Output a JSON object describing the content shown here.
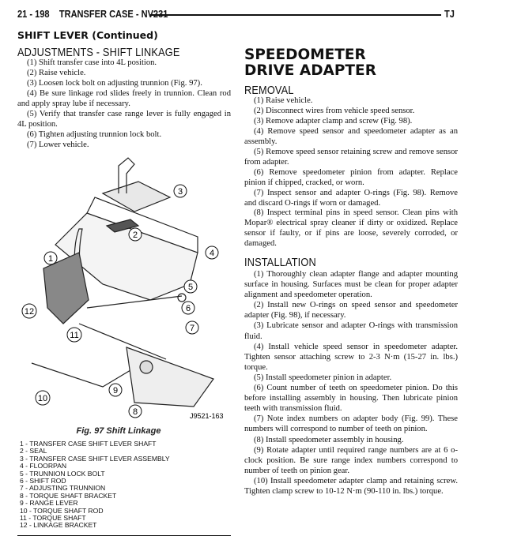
{
  "header": {
    "page": "21 - 198",
    "title": "TRANSFER CASE - NV231",
    "model": "TJ"
  },
  "left": {
    "section": "SHIFT LEVER (Continued)",
    "subheading": "ADJUSTMENTS - SHIFT LINKAGE",
    "steps": [
      "(1) Shift transfer case into 4L position.",
      "(2) Raise vehicle.",
      "(3) Loosen lock bolt on adjusting trunnion (Fig. 97).",
      "(4) Be sure linkage rod slides freely in trunnion. Clean rod and apply spray lube if necessary.",
      "(5) Verify that transfer case range lever is fully engaged in 4L position.",
      "(6) Tighten adjusting trunnion lock bolt.",
      "(7) Lower vehicle."
    ],
    "figure": {
      "id": "J9521-163",
      "caption": "Fig. 97 Shift Linkage",
      "callouts": [
        "1",
        "2",
        "3",
        "4",
        "5",
        "6",
        "7",
        "8",
        "9",
        "10",
        "11",
        "12"
      ],
      "legend": [
        "1 - TRANSFER CASE SHIFT LEVER SHAFT",
        "2 - SEAL",
        "3 - TRANSFER CASE SHIFT LEVER ASSEMBLY",
        "4 - FLOORPAN",
        "5 - TRUNNION LOCK BOLT",
        "6 - SHIFT ROD",
        "7 - ADJUSTING TRUNNION",
        "8 - TORQUE SHAFT BRACKET",
        "9 - RANGE LEVER",
        "10 - TORQUE SHAFT ROD",
        "11 - TORQUE SHAFT",
        "12 - LINKAGE BRACKET"
      ]
    }
  },
  "right": {
    "section": "SPEEDOMETER DRIVE ADAPTER",
    "removal": {
      "heading": "REMOVAL",
      "steps": [
        "(1) Raise vehicle.",
        "(2) Disconnect wires from vehicle speed sensor.",
        "(3) Remove adapter clamp and screw (Fig. 98).",
        "(4) Remove speed sensor and speedometer adapter as an assembly.",
        "(5) Remove speed sensor retaining screw and remove sensor from adapter.",
        "(6) Remove speedometer pinion from adapter. Replace pinion if chipped, cracked, or worn.",
        "(7) Inspect sensor and adapter O-rings (Fig. 98). Remove and discard O-rings if worn or damaged.",
        "(8) Inspect terminal pins in speed sensor. Clean pins with Mopar® electrical spray cleaner if dirty or oxidized. Replace sensor if faulty, or if pins are loose, severely corroded, or damaged."
      ]
    },
    "installation": {
      "heading": "INSTALLATION",
      "steps": [
        "(1) Thoroughly clean adapter flange and adapter mounting surface in housing. Surfaces must be clean for proper adapter alignment and speedometer operation.",
        "(2) Install new O-rings on speed sensor and speedometer adapter (Fig. 98), if necessary.",
        "(3) Lubricate sensor and adapter O-rings with transmission fluid.",
        "(4) Install vehicle speed sensor in speedometer adapter. Tighten sensor attaching screw to 2-3 N·m (15-27 in. lbs.) torque.",
        "(5) Install speedometer pinion in adapter.",
        "(6) Count number of teeth on speedometer pinion. Do this before installing assembly in housing. Then lubricate pinion teeth with transmission fluid.",
        "(7) Note index numbers on adapter body (Fig. 99). These numbers will correspond to number of teeth on pinion.",
        "(8) Install speedometer assembly in housing.",
        "(9) Rotate adapter until required range numbers are at 6 o-clock position. Be sure range index numbers correspond to number of teeth on pinion gear.",
        "(10) Install speedometer adapter clamp and retaining screw. Tighten clamp screw to 10-12 N·m (90-110 in. lbs.) torque."
      ]
    }
  }
}
